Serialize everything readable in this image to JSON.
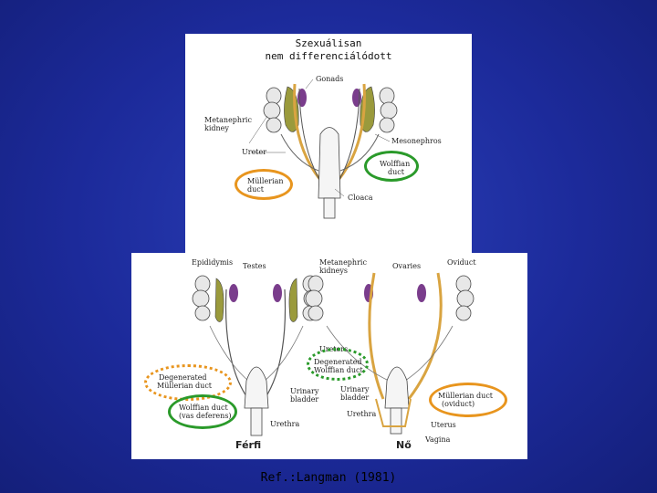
{
  "top": {
    "title_line1": "Szexuálisan",
    "title_line2": "nem differenciálódott",
    "labels": {
      "gonads": "Gonads",
      "metanephric_1": "Metanephric",
      "metanephric_2": "kidney",
      "mesonephros": "Mesonephros",
      "ureter": "Ureter",
      "wolffian_1": "Wolffian",
      "wolffian_2": "duct",
      "mullerian_1": "Müllerian",
      "mullerian_2": "duct",
      "cloaca": "Cloaca"
    }
  },
  "bottom": {
    "labels": {
      "epididymis": "Epididymis",
      "testes": "Testes",
      "metanephric_1": "Metanephric",
      "metanephric_2": "kidneys",
      "ovaries": "Ovaries",
      "oviduct": "Oviduct",
      "ureters": "Ureters",
      "degen_mull_1": "Degenerated",
      "degen_mull_2": "Müllerian duct",
      "degen_wolff_1": "Degenerated",
      "degen_wolff_2": "Wolffian duct",
      "urinary_bladder_m_1": "Urinary",
      "urinary_bladder_m_2": "bladder",
      "urinary_bladder_f_1": "Urinary",
      "urinary_bladder_f_2": "bladder",
      "wolffian_vas_1": "Wolffian duct",
      "wolffian_vas_2": "(vas deferens)",
      "mullerian_ovi_1": "Müllerian duct",
      "mullerian_ovi_2": "(oviduct)",
      "urethra_m": "Urethra",
      "urethra_f": "Urethra",
      "uterus": "Uterus",
      "vagina": "Vagina"
    },
    "male_label": "Férfi",
    "female_label": "Nő"
  },
  "reference": "Ref.:Langman (1981)"
}
